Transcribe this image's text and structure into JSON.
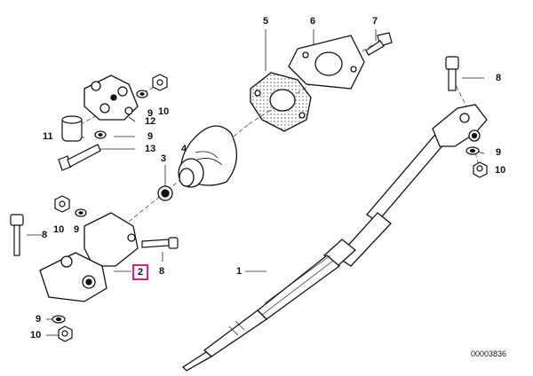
{
  "callouts": {
    "c1": "1",
    "c2": "2",
    "c3": "3",
    "c4": "4",
    "c5": "5",
    "c6": "6",
    "c7": "7",
    "c8a": "8",
    "c8b": "8",
    "c8c": "8",
    "c9a": "9",
    "c9b": "9",
    "c9c": "9",
    "c9d": "9",
    "c9e": "9",
    "c10a": "10",
    "c10b": "10",
    "c10c": "10",
    "c10d": "10",
    "c11": "11",
    "c12": "12",
    "c13": "13"
  },
  "highlight_color": "#e0207a",
  "part_number": "00003836"
}
